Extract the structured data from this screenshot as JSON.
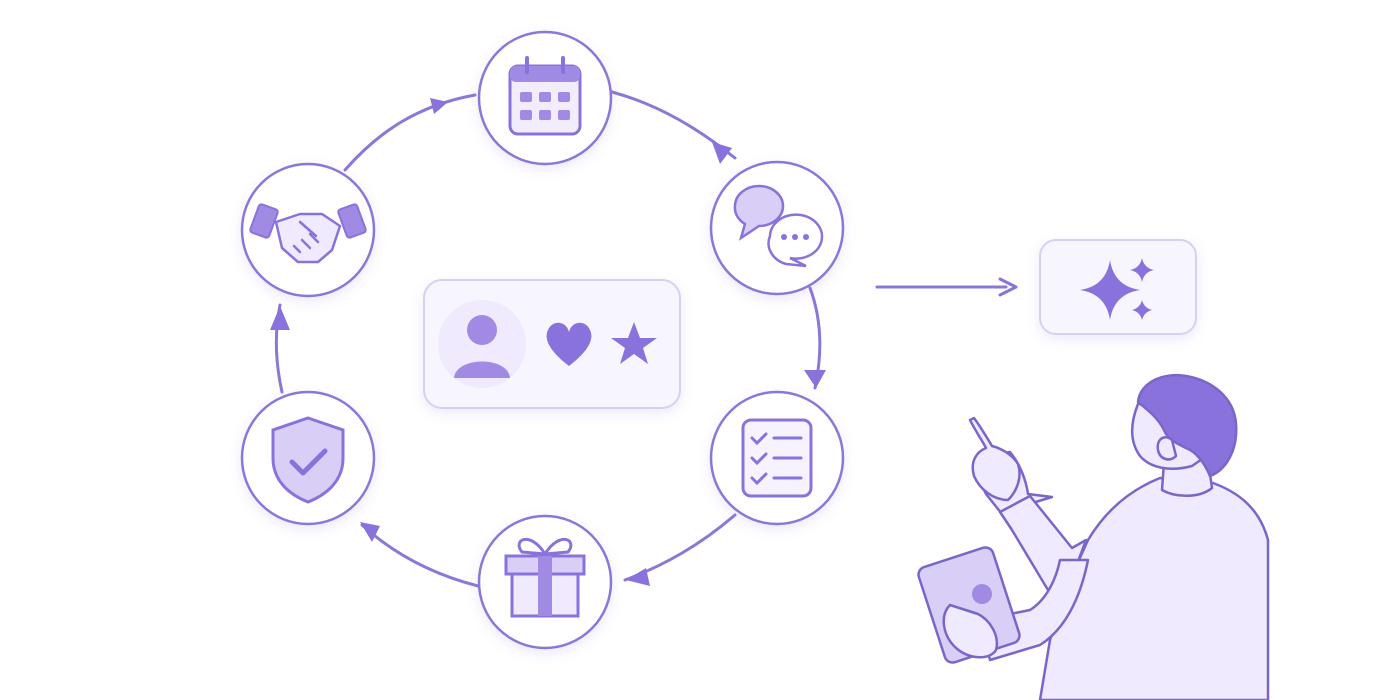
{
  "palette": {
    "primary": "#8a72dc",
    "stroke": "#8b77d8",
    "fill_light": "#f6f3fe",
    "fill_mid": "#d9cff6",
    "fill_dark": "#a08ae4",
    "circle_bg": "#ffffff",
    "card_bg": "#f7f5fd",
    "card_border": "#d8cff3"
  },
  "cycle": {
    "stages": [
      {
        "name": "calendar",
        "icon": "calendar-icon"
      },
      {
        "name": "chat",
        "icon": "chat-bubbles-icon"
      },
      {
        "name": "checklist",
        "icon": "checklist-icon"
      },
      {
        "name": "gift",
        "icon": "gift-icon"
      },
      {
        "name": "shield",
        "icon": "shield-check-icon"
      },
      {
        "name": "handshake",
        "icon": "handshake-icon"
      }
    ],
    "direction": "clockwise"
  },
  "center_card": {
    "icons": [
      "user-avatar-icon",
      "heart-icon",
      "star-icon"
    ]
  },
  "result_card": {
    "icon": "sparkles-icon"
  },
  "person": {
    "holding": "tablet-icon",
    "gesture": "pointing-up"
  }
}
